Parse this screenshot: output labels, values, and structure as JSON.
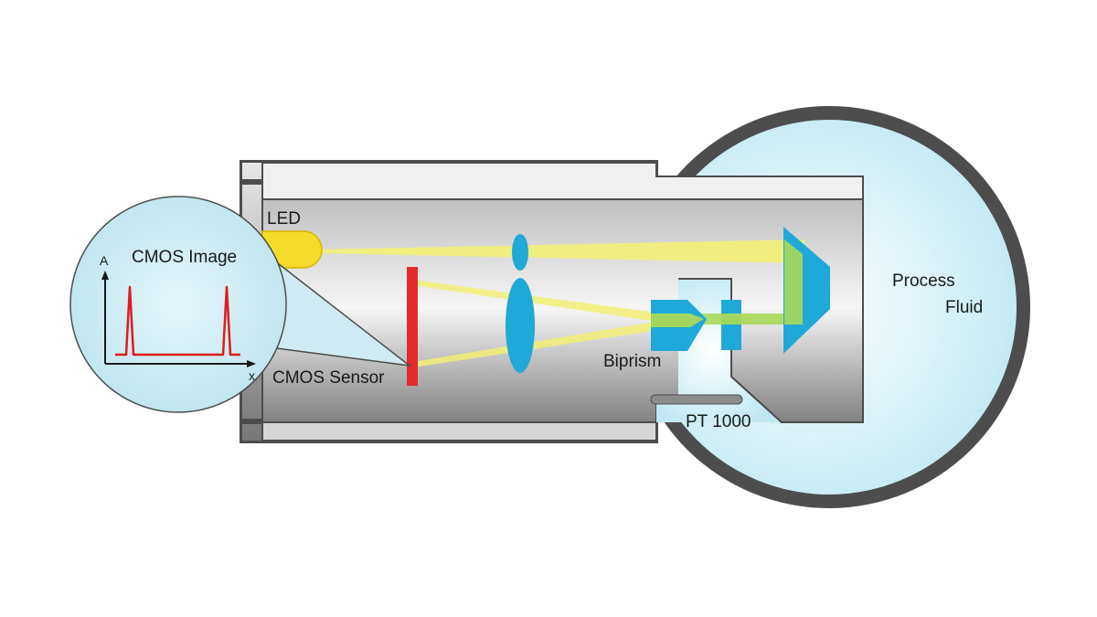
{
  "diagram": {
    "labels": {
      "led": "LED",
      "cmos_image": "CMOS Image",
      "cmos_sensor": "CMOS Sensor",
      "biprism": "Biprism",
      "pt1000": "PT 1000",
      "process": "Process",
      "fluid": "Fluid",
      "axis_y": "A",
      "axis_x": "x"
    },
    "colors": {
      "housing_dark": "#4d4d4d",
      "housing_light": "#f0f0f0",
      "process_fluid": "#cdeef5",
      "led": "#f5dc2a",
      "light_beam": "#f2ef77",
      "optics": "#1fa9d8",
      "sensor": "#e32b2b",
      "return_beam": "#a8d85a",
      "trace": "#e01b1b"
    }
  }
}
